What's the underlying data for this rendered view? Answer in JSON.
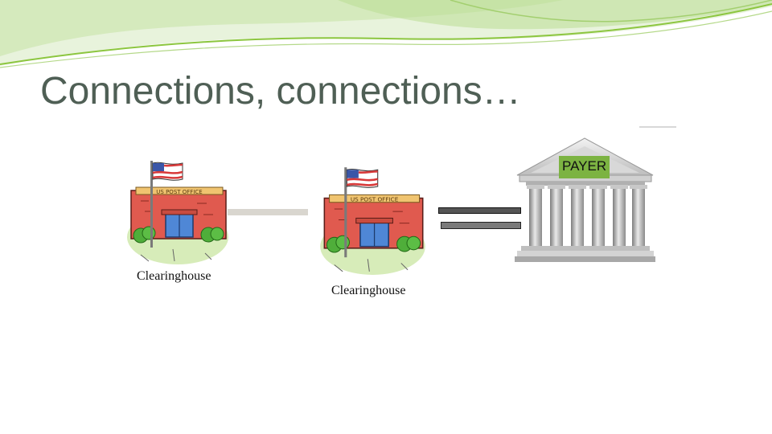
{
  "slide": {
    "title": "Connections, connections…"
  },
  "nodes": [
    {
      "caption": "Clearinghouse",
      "sign": "US POST OFFICE"
    },
    {
      "caption": "Clearinghouse",
      "sign": "US POST OFFICE"
    }
  ],
  "payer": {
    "label": "PAYER"
  },
  "colors": {
    "title": "#4f5f55",
    "swoosh_green": "#8cc63f",
    "payer_badge": "#7cb342",
    "connector_gray": "#d9d6cf",
    "connector_dark": "#2f2f2f"
  }
}
